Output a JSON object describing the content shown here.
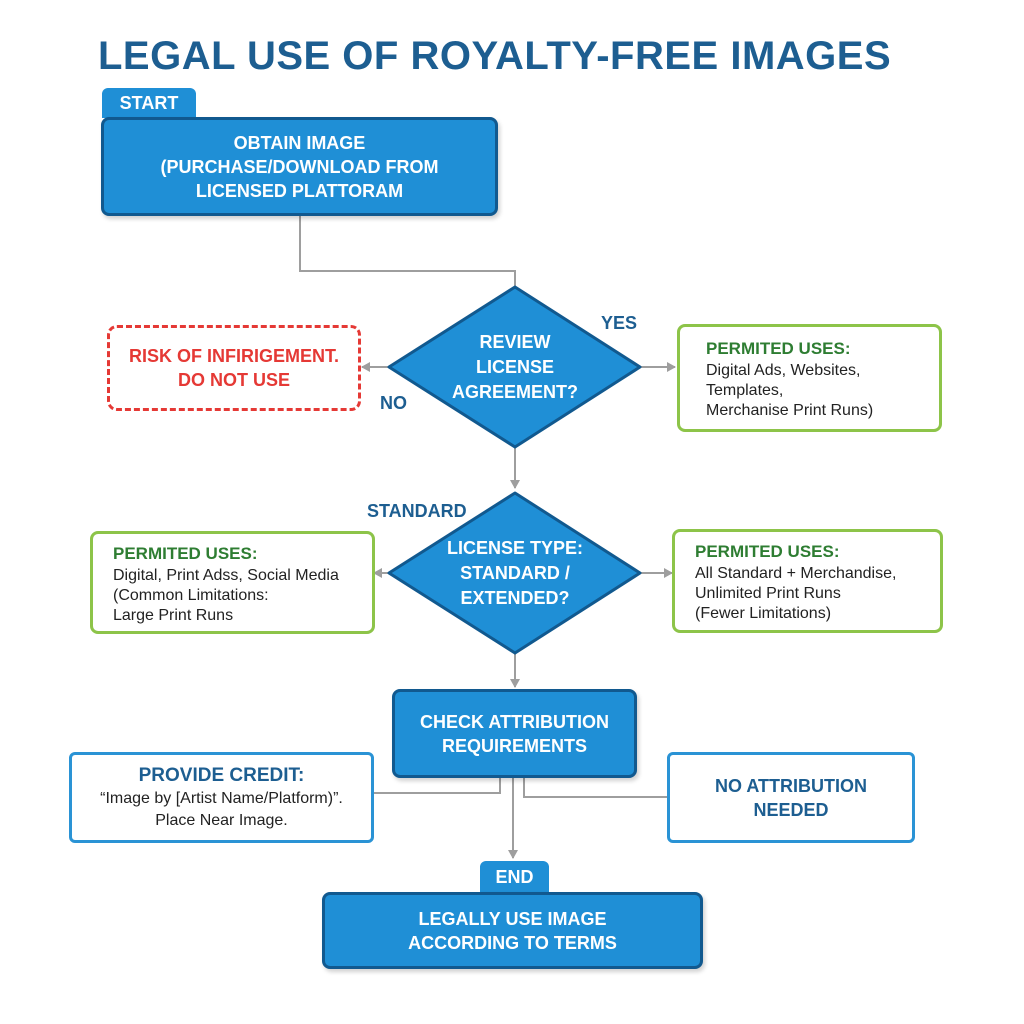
{
  "title": "LEGAL USE OF ROYALTY-FREE IMAGES",
  "start_label": "START",
  "end_label": "END",
  "obtain": [
    "OBTAIN IMAGE",
    "(PURCHASE/DOWNLOAD FROM",
    "LICENSED PLATTORAM"
  ],
  "review": [
    "REVIEW",
    "LICENSE",
    "AGREEMENT?"
  ],
  "yes_label": "YES",
  "no_label": "NO",
  "risk": [
    "RISK OF INFIRIGEMENT.",
    "DO NOT USE"
  ],
  "permitted_yes": {
    "heading": "PERMITED USES:",
    "lines": [
      "Digital Ads,  Websites,",
      "Templates,",
      "Merchanise Print Runs)"
    ]
  },
  "standard_label": "STANDARD",
  "license_type": [
    "LICENSE TYPE:",
    "STANDARD /",
    "EXTENDED?"
  ],
  "permitted_standard": {
    "heading": "PERMITED USES:",
    "lines": [
      "Digital, Print Adss, Social Media",
      "(Common Limitations:",
      "Large Print Runs"
    ]
  },
  "permitted_extended": {
    "heading": "PERMITED USES:",
    "lines": [
      "All Standard + Merchandise,",
      "Unlimited Print Runs",
      "(Fewer Limitations)"
    ]
  },
  "check_attr": [
    "CHECK ATTRIBUTION",
    "REQUIREMENTS"
  ],
  "provide_credit": {
    "heading": "PROVIDE CREDIT:",
    "lines": [
      "“Image by [Artist Name/Platform)”.",
      "Place Near Image."
    ]
  },
  "no_attr": [
    "NO ATTRIBUTION",
    "NEEDED"
  ],
  "legally_use": [
    "LEGALLY USE IMAGE",
    "ACCORDING TO TERMS"
  ],
  "colors": {
    "primary": "#1f8fd6",
    "primary_border": "#11598f",
    "title": "#1d5e91",
    "green_border": "#8dc449",
    "green_text": "#2e7d32",
    "red": "#e53935",
    "connector": "#9e9e9e"
  }
}
